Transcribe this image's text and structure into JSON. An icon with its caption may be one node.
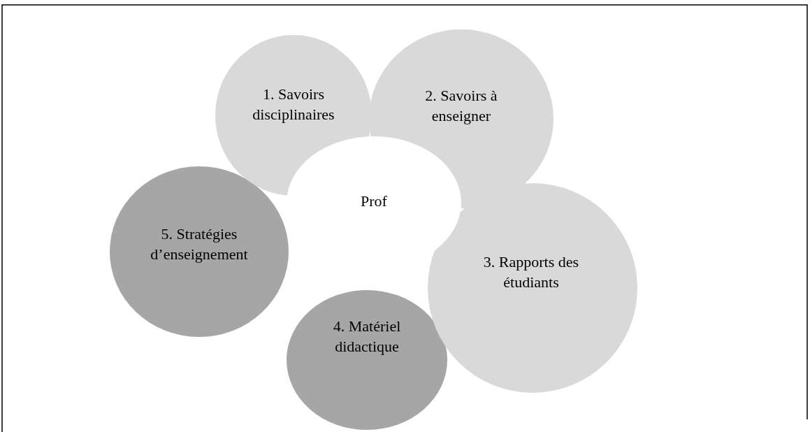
{
  "diagram": {
    "nodes": [
      {
        "text": [
          "Prof"
        ]
      },
      {
        "text": [
          "1. Savoirs disciplinaires"
        ]
      },
      {
        "text": [
          "2. Savoirs à enseigner"
        ]
      },
      {
        "text": [
          "3. Rapports des étudiants"
        ]
      },
      {
        "text": [
          "4. Matériel didactique"
        ]
      },
      {
        "text": [
          "5. Stratégies d’enseignement"
        ]
      }
    ]
  }
}
